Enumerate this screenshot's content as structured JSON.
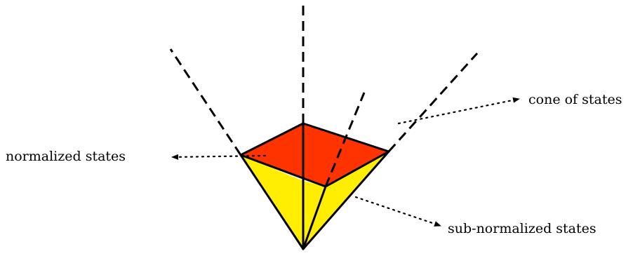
{
  "labels": {
    "cone": "cone of states",
    "normalized": "normalized states",
    "subnormalized": "sub-normalized states"
  },
  "colors": {
    "normalized_face": "#ff3300",
    "subnormalized_faces": "#ffee00",
    "stroke": "#000000"
  }
}
